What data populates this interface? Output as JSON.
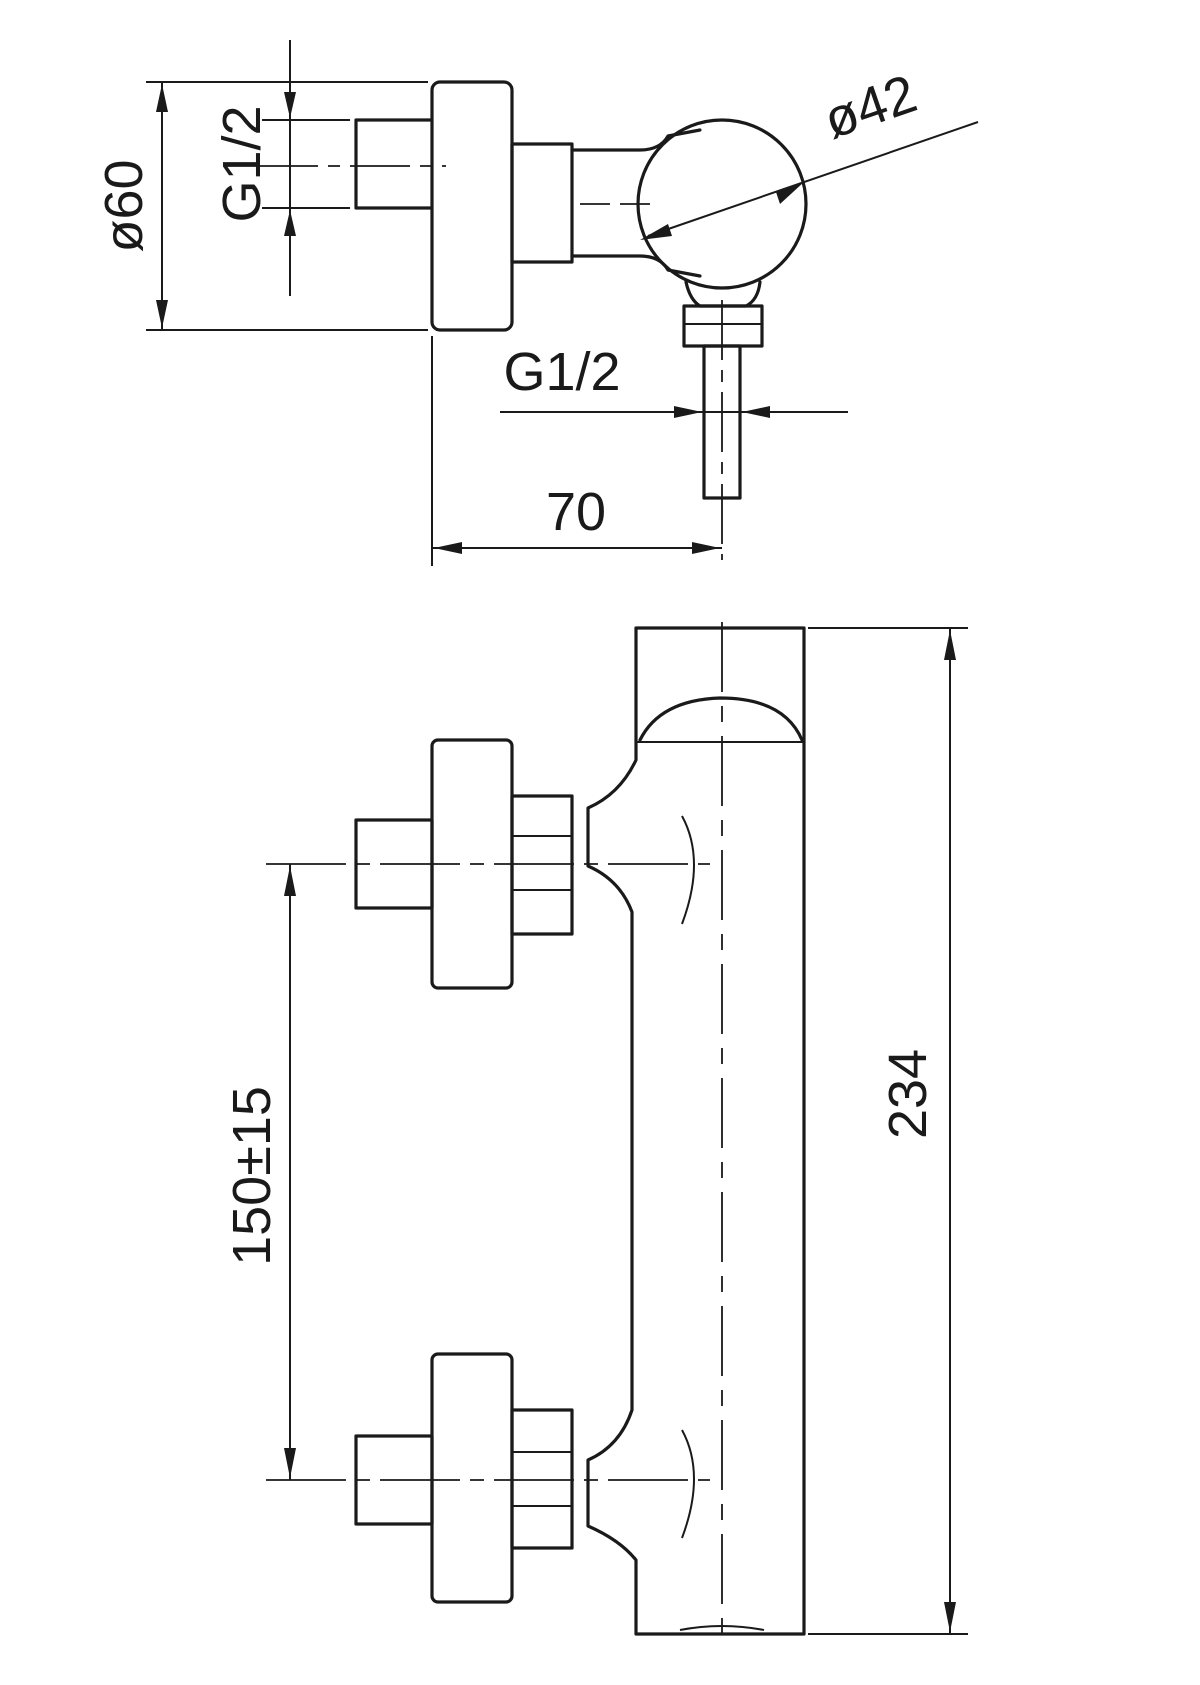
{
  "top_view": {
    "dim_body_diameter": "ø60",
    "dim_inlet_thread": "G1/2",
    "dim_handle_diameter": "ø42",
    "dim_outlet_thread": "G1/2",
    "dim_depth": "70"
  },
  "front_view": {
    "dim_inlet_spacing": "150±15",
    "dim_total_height": "234"
  }
}
